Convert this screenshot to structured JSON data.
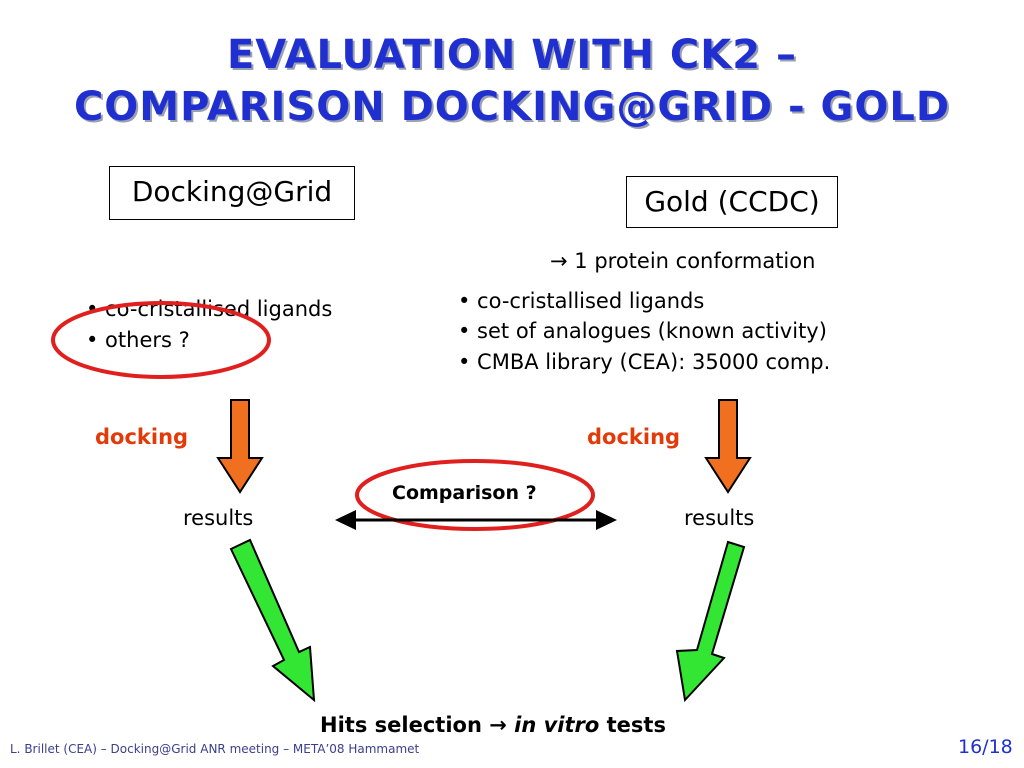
{
  "title": {
    "line1": "EVALUATION WITH CK2 –",
    "line2": "COMPARISON DOCKING@GRID - GOLD"
  },
  "left": {
    "box_label": "Docking@Grid",
    "items": [
      "• co-cristallised ligands",
      "• others ?"
    ],
    "docking_label": "docking",
    "results_label": "results"
  },
  "right": {
    "box_label": "Gold (CCDC)",
    "protein_note_arrow": "→",
    "protein_note": "1 protein conformation",
    "items": [
      "• co-cristallised ligands",
      "• set of analogues (known activity)",
      "• CMBA library (CEA): 35000 comp."
    ],
    "docking_label": "docking",
    "results_label": "results"
  },
  "comparison_label": "Comparison ?",
  "hits": {
    "prefix": "Hits selection",
    "arrow": "→",
    "italic": "in vitro",
    "suffix": "tests"
  },
  "footer": {
    "credit": "L. Brillet (CEA) – Docking@Grid ANR meeting – META’08 Hammamet",
    "page": "16/18"
  },
  "colors": {
    "title": "#1f2fd0",
    "docking_arrow": "#f07020",
    "hits_arrow": "#33e633",
    "ellipse": "#e0201e",
    "docking_text": "#e23a08"
  }
}
